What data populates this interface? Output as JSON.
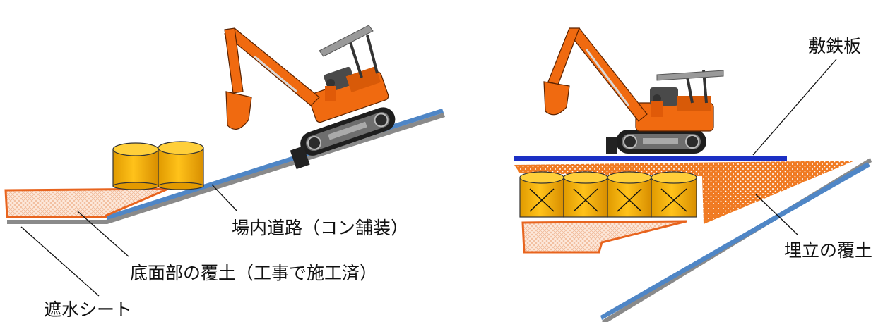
{
  "left_panel": {
    "labels": {
      "road": "場内道路（コン舗装）",
      "bottom_cover": "底面部の覆土（工事で施工済）",
      "sheet": "遮水シート"
    }
  },
  "right_panel": {
    "labels": {
      "plate": "敷鉄板",
      "fill_cover": "埋立の覆土"
    }
  },
  "colors": {
    "road_blue": "#4f86c6",
    "road_gray": "#8a8a8a",
    "cover_orange": "#e8641e",
    "drum_yellow": "#f2b400",
    "excavator_orange": "#f06a10",
    "plate_blue": "#1b2fc4"
  }
}
